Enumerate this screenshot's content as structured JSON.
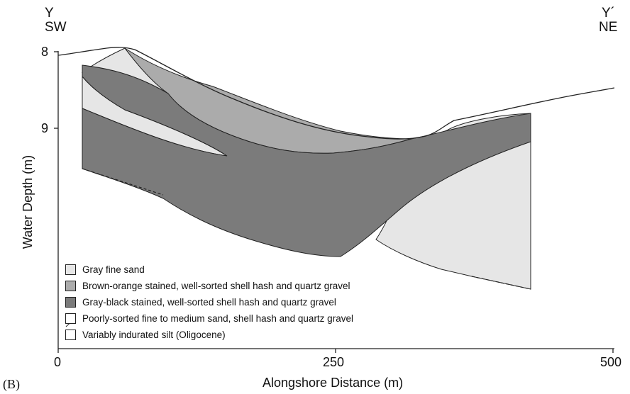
{
  "corners": {
    "left_letter": "Y",
    "left_dir": "SW",
    "right_letter": "Y´",
    "right_dir": "NE"
  },
  "axes": {
    "y_label": "Water Depth (m)",
    "x_label": "Alongshore Distance (m)",
    "y_ticks": [
      "8",
      "9"
    ],
    "x_ticks": [
      "0",
      "250",
      "500"
    ]
  },
  "panel_label": "(B)",
  "legend": [
    {
      "label": "Gray fine sand",
      "color": "#e6e6e6"
    },
    {
      "label": "Brown-orange stained, well-sorted shell hash and quartz gravel",
      "color": "#ababab"
    },
    {
      "label": "Gray-black stained, well-sorted shell hash and quartz gravel",
      "color": "#7b7b7b"
    },
    {
      "label": "Poorly-sorted fine to medium sand, shell hash and quartz gravel",
      "color": "#ffffff"
    },
    {
      "label": "Variably indurated silt (Oligocene)",
      "color": "#ffffff"
    }
  ],
  "colors": {
    "gray_fine_sand": "#e6e6e6",
    "brown_orange": "#ababab",
    "gray_black": "#7b7b7b"
  }
}
